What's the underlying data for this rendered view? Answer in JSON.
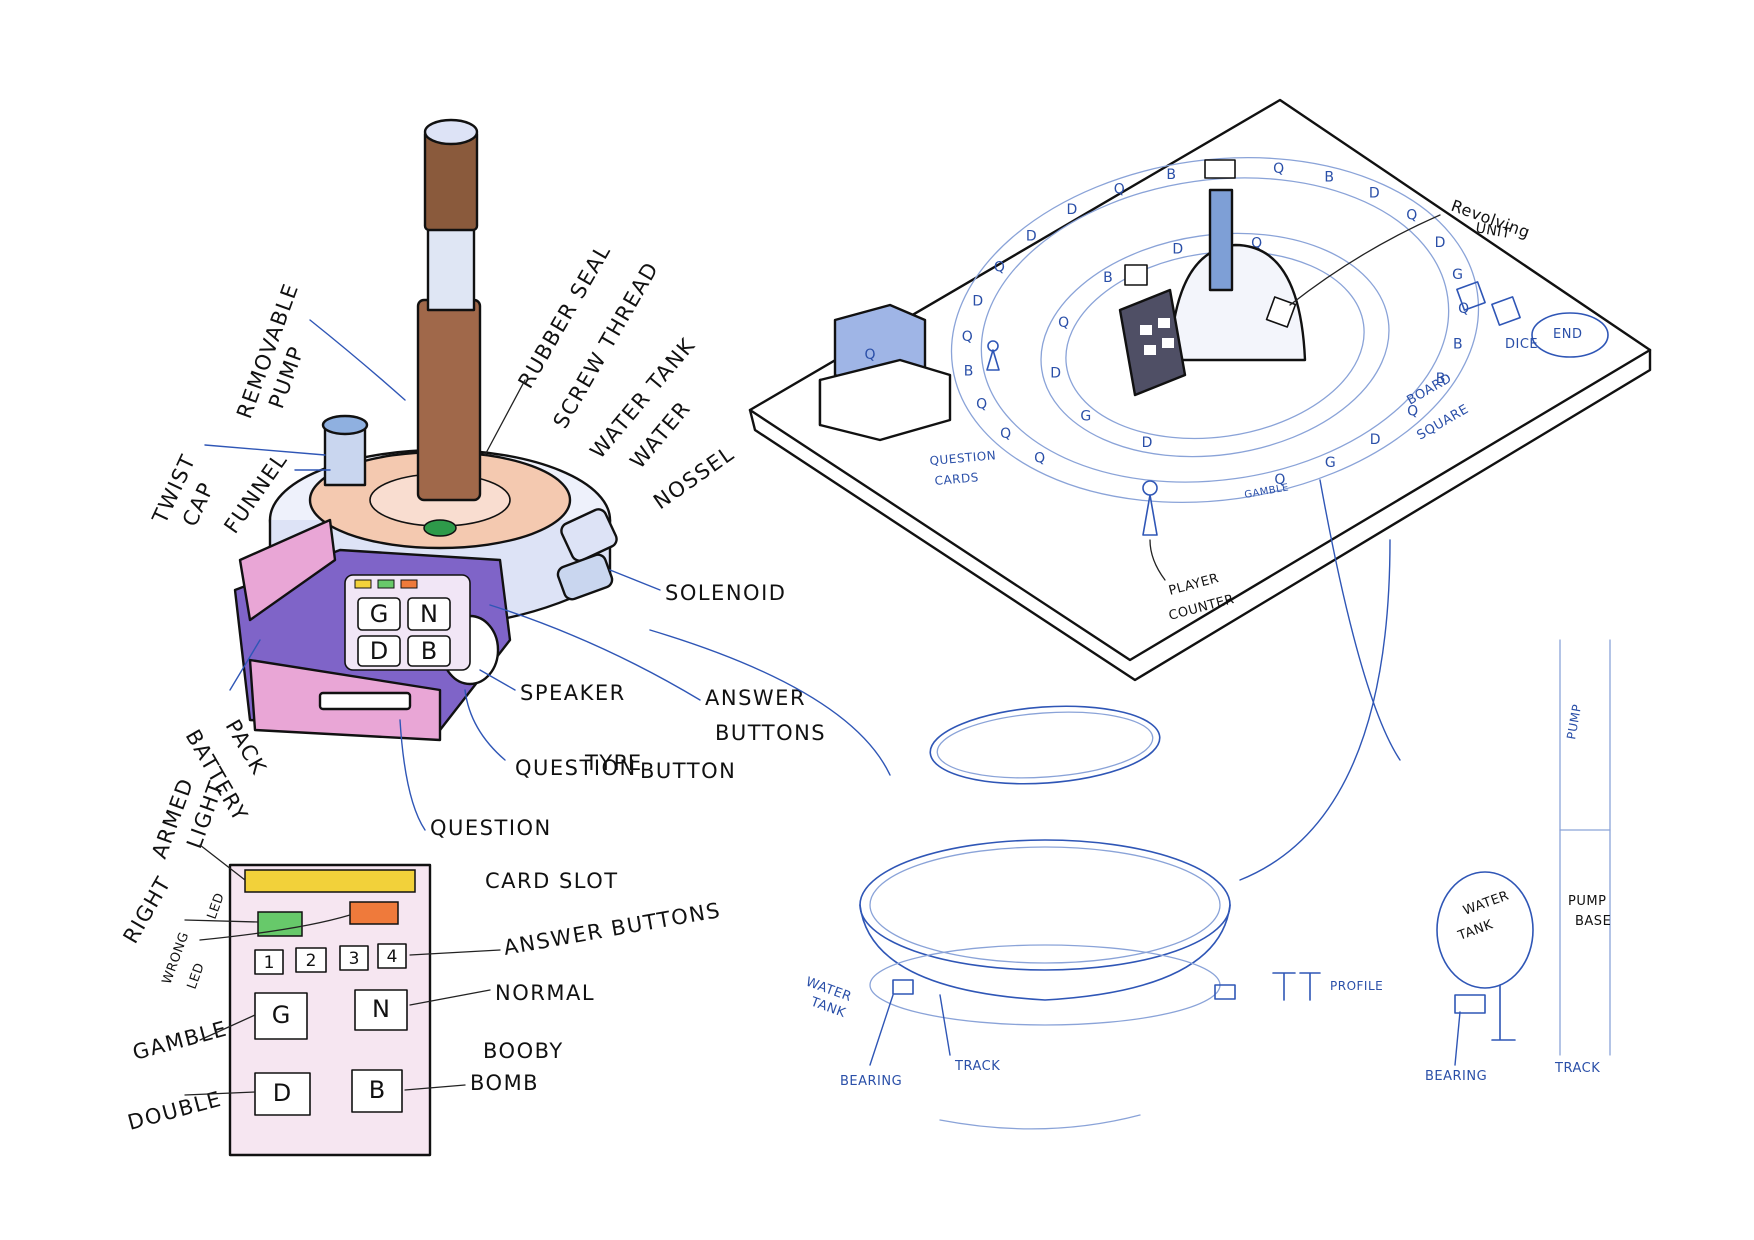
{
  "colors": {
    "ink": "#111111",
    "blue_pencil": "#2f56b6",
    "brown_shading": "#a0684a",
    "pink_shading": "#e9a6d6",
    "purple_shading": "#8a6fc9",
    "armed_light_yellow": "#f2d13a",
    "right_led_green": "#67c96a",
    "wrong_led_orange": "#ef7a3b",
    "indicator_green": "#2e9a4a"
  },
  "device_labels": {
    "removable_pump": [
      "REMOVABLE",
      "PUMP"
    ],
    "rubber_seal": "RUBBER SEAL",
    "screw_thread": "SCREW THREAD",
    "water_tank": "WATER TANK",
    "water_nossel": [
      "WATER",
      "NOSSEL"
    ],
    "twist_cap": [
      "TWIST",
      "CAP"
    ],
    "funnel": "FUNNEL",
    "solenoid": "SOLENOID",
    "battery_pack": [
      "BATTERY",
      "PACK"
    ],
    "speaker": "SPEAKER",
    "answer_buttons": [
      "ANSWER",
      "BUTTONS"
    ],
    "question_type_button": [
      "QUESTION",
      "TYPE",
      "BUTTON"
    ],
    "question_card_slot": [
      "QUESTION",
      "CARD SLOT"
    ]
  },
  "device_buttons": [
    "G",
    "N",
    "D",
    "B"
  ],
  "panel": {
    "armed_light": [
      "ARMED",
      "LIGHT"
    ],
    "right_led": [
      "RIGHT",
      "LED"
    ],
    "wrong_led": [
      "WRONG",
      "LED"
    ],
    "answer_buttons_label": "ANSWER BUTTONS",
    "number_buttons": [
      "1",
      "2",
      "3",
      "4"
    ],
    "normal": "NORMAL",
    "gamble": "GAMBLE",
    "double": "DOUBLE",
    "booby_bomb": [
      "BOOBY",
      "BOMB"
    ],
    "mode_buttons": [
      "G",
      "N",
      "D",
      "B"
    ]
  },
  "board": {
    "revolving_unit": [
      "Revolving",
      "UNIT"
    ],
    "board_square": [
      "BOARD",
      "SQUARE"
    ],
    "dice": "DICE",
    "end": "END",
    "question_cards": [
      "QUESTION",
      "CARDS"
    ],
    "player_counter": [
      "PLAYER",
      "COUNTER"
    ],
    "gamble_mark": "GAMBLE",
    "card_stack_letter": "Q",
    "outer_ring_letters": [
      "Q",
      "Q",
      "Q",
      "B",
      "Q",
      "D",
      "Q",
      "D",
      "D",
      "Q",
      "B",
      "Q",
      "Q",
      "B",
      "D",
      "Q",
      "D",
      "G",
      "Q",
      "B",
      "B",
      "Q",
      "D",
      "G",
      "Q"
    ],
    "inner_ring_letters": [
      "D",
      "G",
      "D",
      "Q",
      "B",
      "D",
      "Q"
    ]
  },
  "lower_labels": {
    "water_tank": [
      "WATER",
      "TANK"
    ],
    "bearing": "BEARING",
    "track": "TRACK",
    "profile": "PROFILE",
    "pump": "PUMP",
    "pump_base": [
      "PUMP",
      "BASE"
    ],
    "water_tank_side": [
      "WATER",
      "TANK"
    ],
    "bearing_side": "BEARING",
    "track_side": "TRACK"
  }
}
